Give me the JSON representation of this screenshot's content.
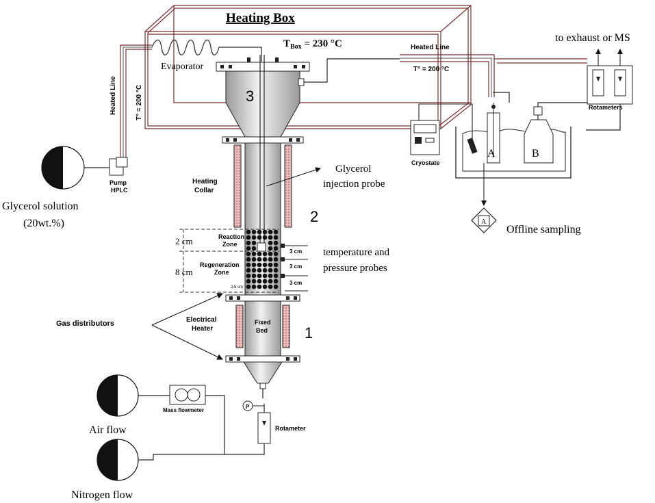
{
  "heating_box": {
    "title": "Heating Box",
    "tbox_prefix": "T",
    "tbox_sub": "Box",
    "tbox_value": " = 230 °C"
  },
  "heated_line_left": {
    "label": "Heated Line",
    "temp": "T° = 200 °C"
  },
  "heated_line_right": {
    "label": "Heated Line",
    "temp": "T° = 200 °C"
  },
  "evaporator": "Evaporator",
  "zones": {
    "three": "3",
    "two": "2",
    "one": "1"
  },
  "glycerol_probe": {
    "line1": "Glycerol",
    "line2": "injection probe"
  },
  "heating_collar": {
    "line1": "Heating",
    "line2": "Collar"
  },
  "pump": {
    "line1": "Pump",
    "line2": "HPLC"
  },
  "glycerol_solution": {
    "line1": "Glycerol solution",
    "line2": "(20wt.%)"
  },
  "reaction_zone": {
    "dim": "2 cm",
    "line1": "Reaction",
    "line2": "Zone"
  },
  "regeneration_zone": {
    "dim": "8 cm",
    "line1": "Regeneration",
    "line2": "Zone"
  },
  "small_dim": "2.5 cm",
  "probe_spacing": [
    "3 cm",
    "3 cm",
    "3 cm"
  ],
  "probes_label": {
    "line1": "temperature and",
    "line2": "pressure probes"
  },
  "gas_distributors": "Gas distributors",
  "electrical_heater": {
    "line1": "Electrical",
    "line2": "Heater"
  },
  "fixed_bed": {
    "line1": "Fixed",
    "line2": "Bed"
  },
  "mass_flowmeter": "Mass flowmeter",
  "rotameter": "Rotameter",
  "air_flow": "Air flow",
  "nitrogen_flow": "Nitrogen flow",
  "to_exhaust": "to exhaust or MS",
  "rotameters": "Rotameters",
  "cryostate": "Cryostate",
  "vessels": {
    "a": "A",
    "b": "B"
  },
  "offline_sampling": "Offline sampling",
  "offline_symbol": "A",
  "colors": {
    "line": "#1a1a1a",
    "heated_line": "#8b3a3a",
    "heater_fill": "#c98080",
    "reactor_fill": "#d9d9d9",
    "beads": "#111111"
  }
}
